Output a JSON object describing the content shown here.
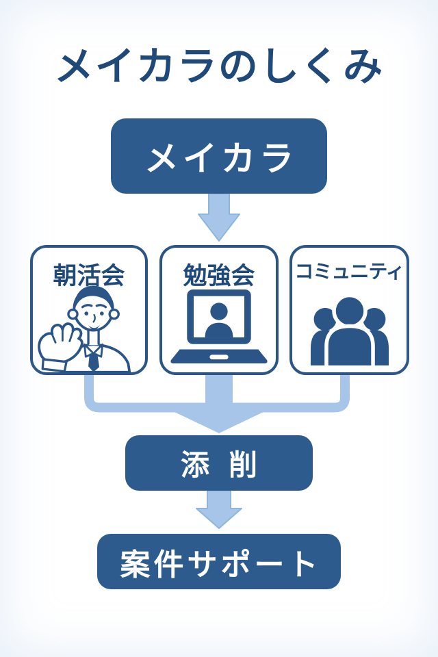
{
  "colors": {
    "background": "#ffffff",
    "node_fill": "#2e5b8e",
    "ink_text": "#1f4979",
    "card_border": "#2b5586",
    "arrow_light": "#a6c5e8",
    "arrow_edge": "#8fb5dc",
    "node_text": "#ffffff"
  },
  "title": "メイカラのしくみ",
  "flow": {
    "root": {
      "label": "メイカラ"
    },
    "branches": [
      {
        "label": "朝活会",
        "icon": "waving-man-icon"
      },
      {
        "label": "勉強会",
        "icon": "laptop-meeting-icon"
      },
      {
        "label": "コミュニティ",
        "icon": "people-group-icon"
      }
    ],
    "merge": {
      "label": "添削"
    },
    "final": {
      "label": "案件サポート"
    }
  }
}
